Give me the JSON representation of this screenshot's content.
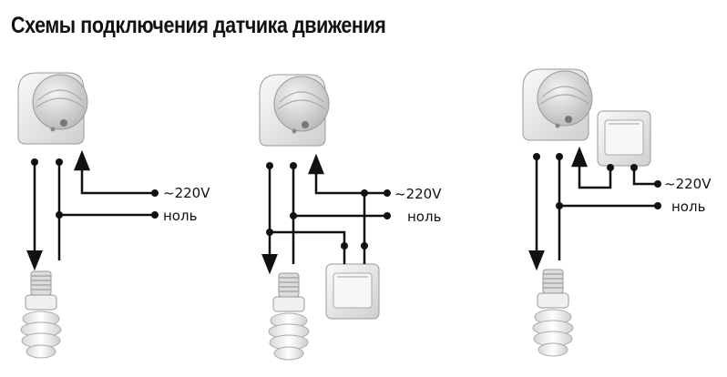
{
  "title": "Схемы подключения датчика движения",
  "diagrams": [
    {
      "phase_label": "~220V",
      "neutral_label": "ноль"
    },
    {
      "phase_label": "~220V",
      "neutral_label": "ноль"
    },
    {
      "phase_label": "~220V",
      "neutral_label": "ноль"
    }
  ],
  "colors": {
    "wire": "#111111",
    "device_body": "#e8e8e8",
    "lens": "#c9c9c9"
  }
}
